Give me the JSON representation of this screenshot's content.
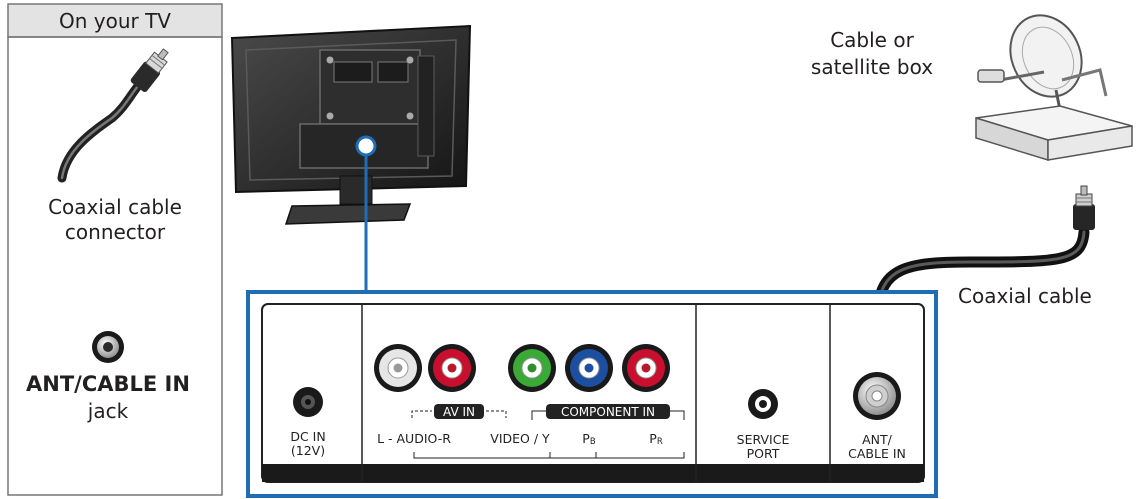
{
  "legend": {
    "header": "On your TV",
    "connector_label_line1": "Coaxial cable",
    "connector_label_line2": "connector",
    "jack_label_bold": "ANT/CABLE IN",
    "jack_label_line2": "jack"
  },
  "box_label": {
    "line1": "Cable or",
    "line2": "satellite box"
  },
  "cable_label": "Coaxial cable",
  "panel": {
    "dc_in_line1": "DC IN",
    "dc_in_line2": "(12V)",
    "audio_label": "L - AUDIO-R",
    "av_in_label": "AV IN",
    "video_label": "VIDEO / Y",
    "component_in_label": "COMPONENT IN",
    "pb_main": "P",
    "pb_sub": "B",
    "pr_main": "P",
    "pr_sub": "R",
    "service_line1": "SERVICE",
    "service_line2": "PORT",
    "ant_line1": "ANT/",
    "ant_line2": "CABLE IN"
  },
  "colors": {
    "accent_blue": "#1f6db5",
    "jack_red": "#c8102e",
    "jack_green": "#3aa935",
    "jack_blue": "#1c4fa0",
    "jack_white": "#e6e6e6"
  }
}
